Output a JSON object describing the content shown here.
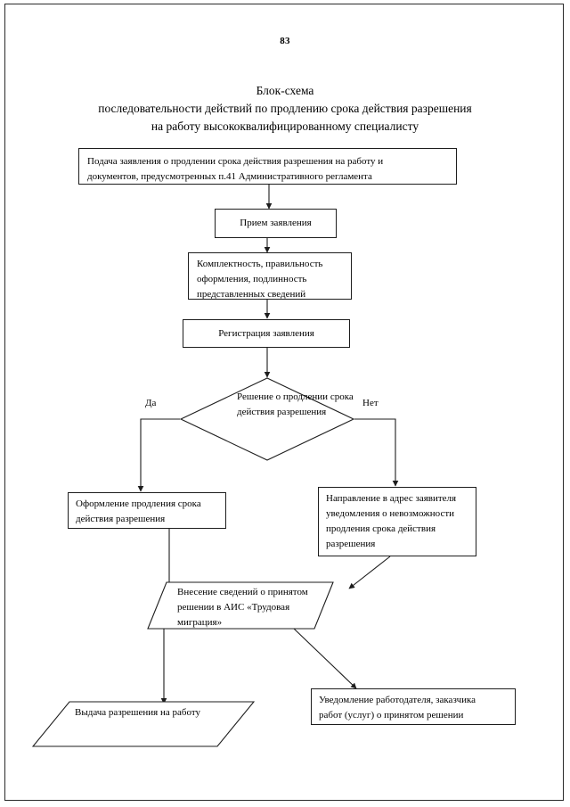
{
  "document": {
    "page_number": "83",
    "title_lines": [
      "Блок-схема",
      "последовательности действий по продлению срока действия  разрешения",
      "на работу  высококвалифицированному специалисту"
    ]
  },
  "chart_data": {
    "type": "diagram",
    "diagram_kind": "flowchart",
    "title": "Блок-схема последовательности действий по продлению срока действия разрешения на работу высококвалифицированному специалисту",
    "orientation": "top-to-bottom",
    "nodes": [
      {
        "id": "n1",
        "shape": "rectangle",
        "lines": [
          "Подача заявления о продлении срока действия  разрешения на работу и",
          "документов, предусмотренных п.41 Административного регламента"
        ]
      },
      {
        "id": "n2",
        "shape": "rectangle",
        "lines": [
          "Прием заявления"
        ]
      },
      {
        "id": "n3",
        "shape": "rectangle",
        "lines": [
          "Комплектность, правильность",
          "оформления, подлинность",
          "представленных сведений"
        ]
      },
      {
        "id": "n4",
        "shape": "rectangle",
        "lines": [
          "Регистрация заявления"
        ]
      },
      {
        "id": "n5",
        "shape": "diamond",
        "lines": [
          "Решение о",
          "продлении срока",
          "действия разрешения"
        ],
        "branch_yes": "Да",
        "branch_no": "Нет"
      },
      {
        "id": "n6",
        "shape": "rectangle",
        "lines": [
          "Оформление  продления срока",
          "действия разрешения"
        ]
      },
      {
        "id": "n7",
        "shape": "rectangle",
        "lines": [
          "Направление в адрес заявителя",
          "уведомления о невозможности",
          "продления срока действия",
          "разрешения"
        ]
      },
      {
        "id": "n8",
        "shape": "parallelogram",
        "lines": [
          "Внесение сведений о",
          "принятом решении в АИС",
          "«Трудовая миграция»"
        ]
      },
      {
        "id": "n9",
        "shape": "parallelogram",
        "lines": [
          "Выдача разрешения  на",
          "работу"
        ]
      },
      {
        "id": "n10",
        "shape": "rectangle",
        "lines": [
          "Уведомление  работодателя, заказчика",
          "работ (услуг)  о принятом решении"
        ]
      }
    ],
    "edges": [
      {
        "from": "n1",
        "to": "n2",
        "label": ""
      },
      {
        "from": "n2",
        "to": "n3",
        "label": ""
      },
      {
        "from": "n3",
        "to": "n4",
        "label": ""
      },
      {
        "from": "n4",
        "to": "n5",
        "label": ""
      },
      {
        "from": "n5",
        "to": "n6",
        "label": "Да"
      },
      {
        "from": "n5",
        "to": "n7",
        "label": "Нет"
      },
      {
        "from": "n6",
        "to": "n8",
        "label": ""
      },
      {
        "from": "n7",
        "to": "n8",
        "label": ""
      },
      {
        "from": "n8",
        "to": "n9",
        "label": ""
      },
      {
        "from": "n8",
        "to": "n10",
        "label": ""
      }
    ],
    "colors": {
      "stroke": "#1d1d1d",
      "fill": "#ffffff",
      "text": "#000000"
    }
  }
}
